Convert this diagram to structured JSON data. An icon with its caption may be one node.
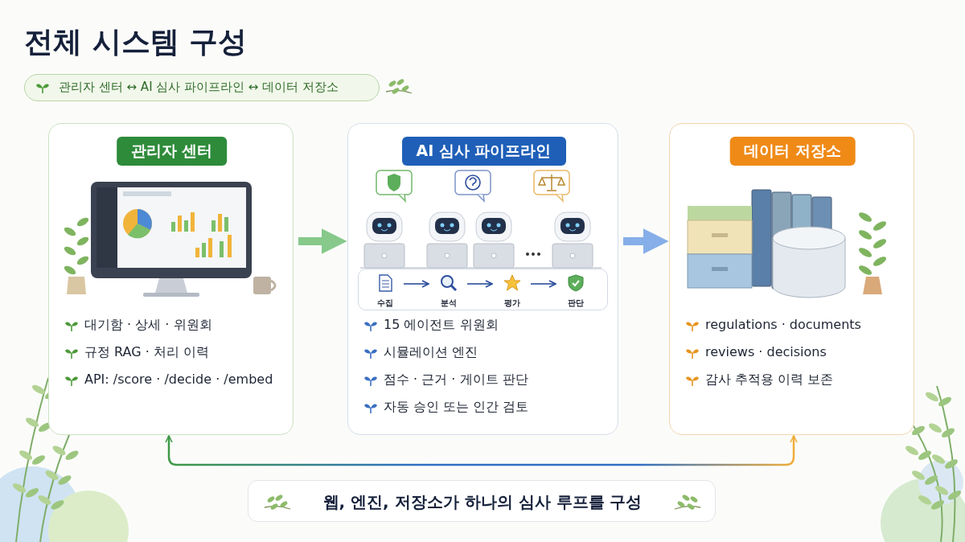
{
  "diagram": {
    "title": "전체 시스템 구성",
    "nodes": [
      {
        "text": [
          "관리자 센터",
          "대기함 · 상세 · 위원회",
          "규정 RAG · 처리 이력",
          "API: /score · /decide · /embed"
        ]
      },
      {
        "text": [
          "AI 심사 파이프라인",
          "15 에이전트 위원회",
          "시뮬레이션 엔진",
          "점수 · 근거 · 게이트 판단",
          "자동 승인 또는 인간 검토"
        ]
      },
      {
        "text": [
          "데이터 저장소",
          "regulations · documents",
          "reviews · decisions",
          "감사 추적용 이력 보존"
        ]
      },
      {
        "text": [
          "수집"
        ],
        "in": 1
      },
      {
        "text": [
          "분석"
        ],
        "in": 1
      },
      {
        "text": [
          "평가"
        ],
        "in": 1
      },
      {
        "text": [
          "판단"
        ],
        "in": 1
      }
    ],
    "edges": [
      {
        "from": 0,
        "to": 1,
        "arrow": "to",
        "style": "thick",
        "color": "#86c98a"
      },
      {
        "from": 1,
        "to": 2,
        "arrow": "to",
        "style": "thick",
        "color": "#86aee8"
      },
      {
        "from": 0,
        "to": 2,
        "arrow": "both",
        "color": "#2f6fc4"
      },
      {
        "from": 3,
        "to": 4,
        "arrow": "to"
      },
      {
        "from": 4,
        "to": 5,
        "arrow": "to"
      },
      {
        "from": 5,
        "to": 6,
        "arrow": "to"
      }
    ],
    "labels": [
      "관리자 센터 ↔ AI 심사 파이프라인 ↔ 데이터 저장소"
    ],
    "caption": "웹, 엔진, 저장소가 하나의 심사 루프를 구성"
  }
}
